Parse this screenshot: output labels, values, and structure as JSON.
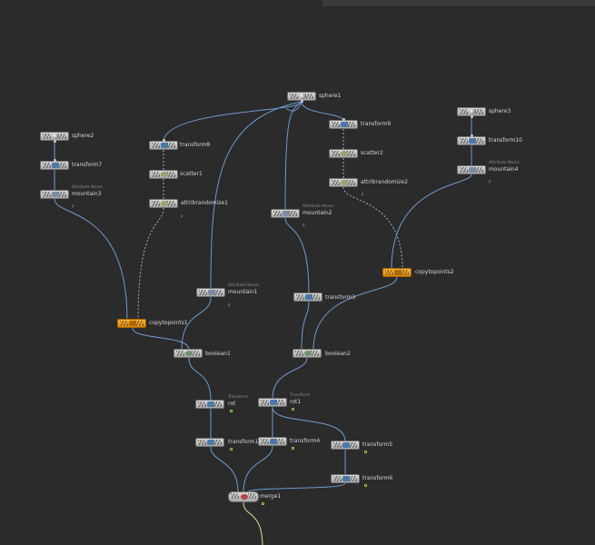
{
  "nodes": [
    {
      "id": "sphere1",
      "label": "sphere1",
      "icon": "sphere"
    },
    {
      "id": "sphere2",
      "label": "sphere2",
      "icon": "sphere"
    },
    {
      "id": "sphere3",
      "label": "sphere3",
      "icon": "sphere"
    },
    {
      "id": "transform7",
      "label": "transform7",
      "icon": "transform"
    },
    {
      "id": "transform8",
      "label": "transform8",
      "icon": "transform"
    },
    {
      "id": "transform9",
      "label": "transform9",
      "icon": "transform"
    },
    {
      "id": "transform10",
      "label": "transform10",
      "icon": "transform"
    },
    {
      "id": "scatter1",
      "label": "scatter1",
      "icon": "scatter"
    },
    {
      "id": "scatter2",
      "label": "scatter2",
      "icon": "scatter"
    },
    {
      "id": "mountain3",
      "label": "mountain3",
      "sub": "Attribute Noise",
      "icon": "noise"
    },
    {
      "id": "mountain4",
      "label": "mountain4",
      "sub": "Attribute Noise",
      "icon": "noise"
    },
    {
      "id": "mountain2",
      "label": "mountain2",
      "sub": "Attribute Noise",
      "icon": "noise"
    },
    {
      "id": "mountain1",
      "label": "mountain1",
      "sub": "Attribute Noise",
      "icon": "noise"
    },
    {
      "id": "attribrandomize1",
      "label": "attribrandomize1",
      "icon": "randomize"
    },
    {
      "id": "attribrandomize2",
      "label": "attribrandomize2",
      "icon": "randomize"
    },
    {
      "id": "copytopoints1",
      "label": "copytopoints1",
      "icon": "copy"
    },
    {
      "id": "copytopoints2",
      "label": "copytopoints2",
      "icon": "copy"
    },
    {
      "id": "transform3",
      "label": "transform3",
      "icon": "transform"
    },
    {
      "id": "boolean1",
      "label": "boolean1",
      "icon": "boolean"
    },
    {
      "id": "boolean2",
      "label": "boolean2",
      "icon": "boolean"
    },
    {
      "id": "rot",
      "label": "rot",
      "sub": "Transform",
      "icon": "transform"
    },
    {
      "id": "rot1",
      "label": "rot1",
      "sub": "Transform",
      "icon": "transform"
    },
    {
      "id": "transform1",
      "label": "transform1",
      "icon": "transform"
    },
    {
      "id": "transform4",
      "label": "transform4",
      "icon": "transform"
    },
    {
      "id": "transform5",
      "label": "transform5",
      "icon": "transform"
    },
    {
      "id": "transform6",
      "label": "transform6",
      "icon": "transform"
    },
    {
      "id": "merge1",
      "label": "merge1",
      "icon": "merge"
    }
  ],
  "point_marker": "P",
  "colors": {
    "background": "#2b2b2b",
    "wire": "#6e9bd1",
    "wire_dashed": "#9ab0c8",
    "copy_node": "#f0a018",
    "display_wire": "#d9df8a",
    "flag": "#8fbf3f"
  }
}
